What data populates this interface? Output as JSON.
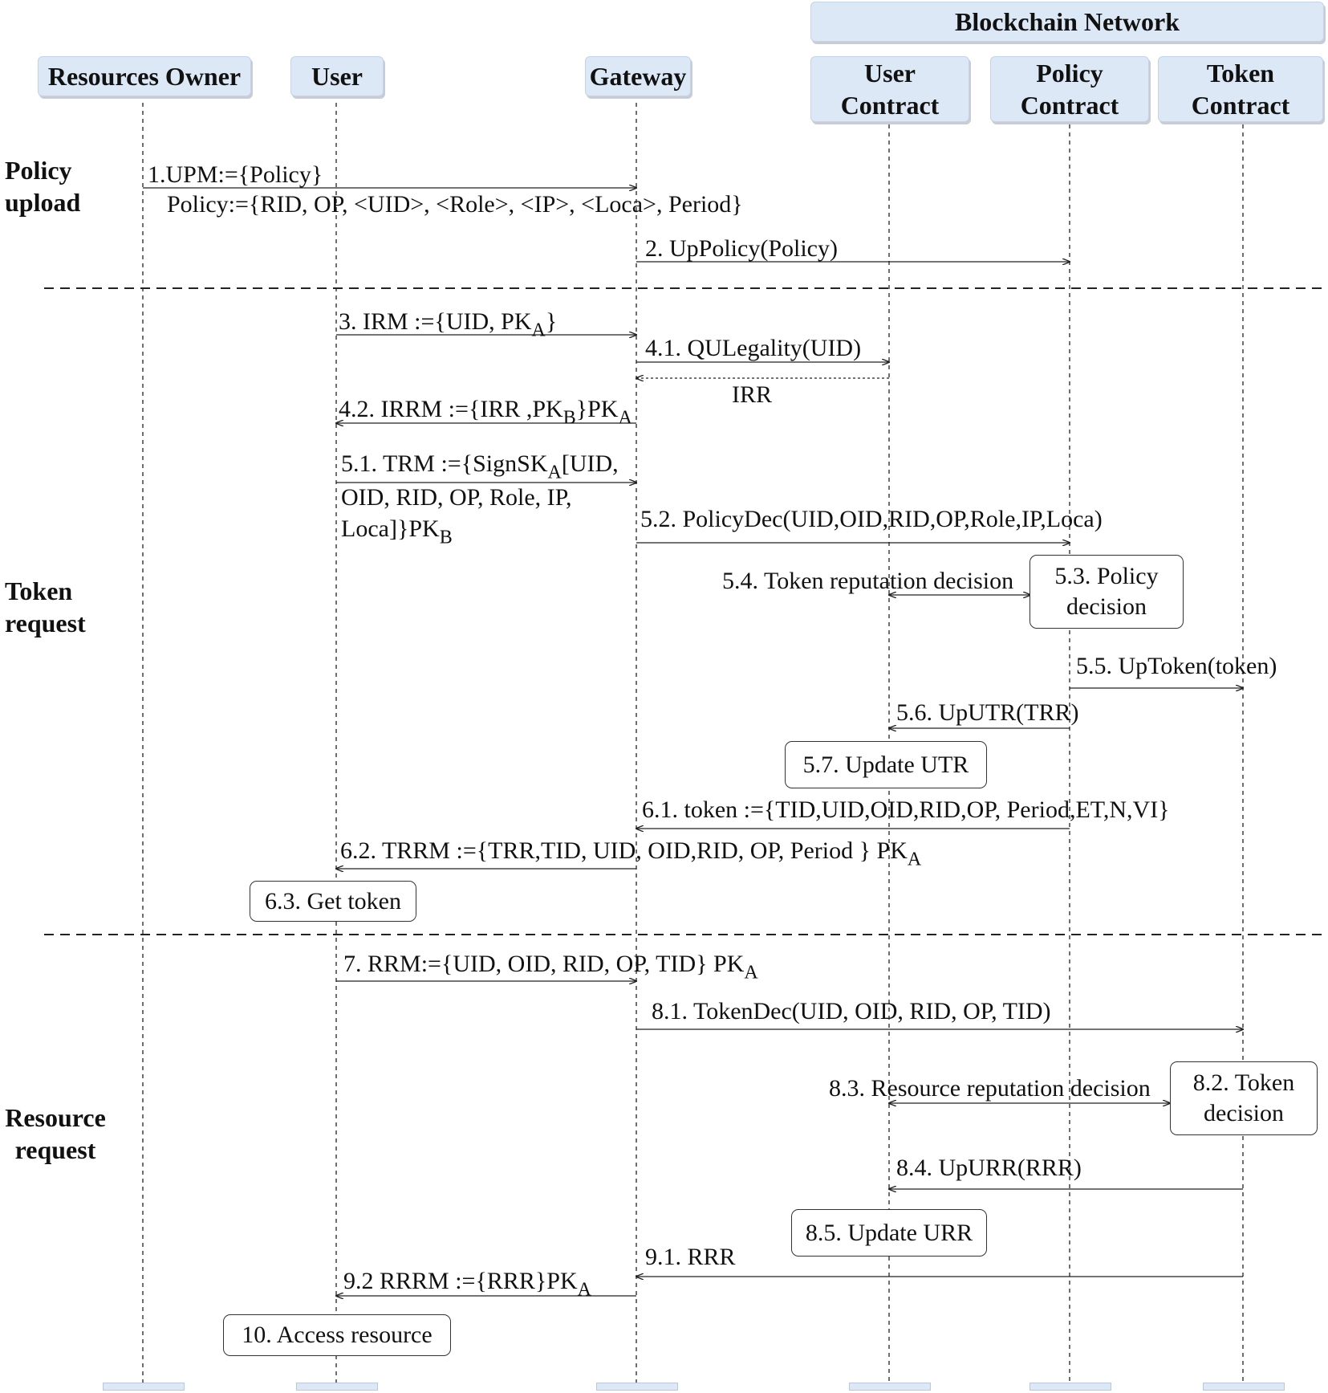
{
  "blockchain_label": "Blockchain Network",
  "participants": [
    {
      "id": "owner",
      "label": "Resources Owner"
    },
    {
      "id": "user",
      "label": "User"
    },
    {
      "id": "gateway",
      "label": "Gateway"
    },
    {
      "id": "ucontract",
      "label": "User Contract"
    },
    {
      "id": "pcontract",
      "label": "Policy Contract"
    },
    {
      "id": "tcontract",
      "label": "Token Contract"
    }
  ],
  "phases": [
    {
      "label": "Policy upload"
    },
    {
      "label": "Token request"
    },
    {
      "label": "Resource request"
    }
  ],
  "messages": [
    {
      "text": "1.UPM:={Policy}",
      "from": "owner",
      "to": "gateway"
    },
    {
      "text": "Policy:={RID, OP, <UID>, <Role>, <IP>, <Loca>, Period}"
    },
    {
      "text": "2.  UpPolicy(Policy)",
      "from": "gateway",
      "to": "pcontract"
    },
    {
      "text": "3.  IRM :={UID, PK_A}",
      "from": "user",
      "to": "gateway"
    },
    {
      "text": "4.1. QULegality(UID)",
      "from": "gateway",
      "to": "ucontract"
    },
    {
      "text": "IRR",
      "from": "ucontract",
      "to": "gateway",
      "dotted": true
    },
    {
      "text": "4.2. IRRM :={IRR ,PK_B}PK_A",
      "from": "gateway",
      "to": "user"
    },
    {
      "text": "5.1. TRM :={SignSK_A[UID,",
      "from": "user",
      "to": "gateway"
    },
    {
      "text": "OID, RID, OP, Role, IP,"
    },
    {
      "text": "Loca]}PK_B"
    },
    {
      "text": "5.2.  PolicyDec(UID,OID,RID,OP,Role,IP,Loca)",
      "from": "gateway",
      "to": "pcontract"
    },
    {
      "text": "5.4. Token reputation decision",
      "from": "ucontract",
      "to": "pcontract",
      "both": true
    },
    {
      "text": "5.5. UpToken(token)",
      "from": "pcontract",
      "to": "tcontract"
    },
    {
      "text": "5.6.  UpUTR(TRR)",
      "from": "pcontract",
      "to": "ucontract"
    },
    {
      "text": "6.1.  token :={TID,UID,OID,RID,OP, Period,ET,N,VI}",
      "from": "pcontract",
      "to": "gateway"
    },
    {
      "text": "6.2. TRRM :={TRR,TID, UID, OID,RID, OP, Period } PK_A",
      "from": "gateway",
      "to": "user"
    },
    {
      "text": "7. RRM:={UID, OID, RID, OP, TID} PK_A",
      "from": "user",
      "to": "gateway"
    },
    {
      "text": "8.1.  TokenDec(UID, OID, RID, OP, TID)",
      "from": "gateway",
      "to": "tcontract"
    },
    {
      "text": "8.3. Resource reputation decision",
      "from": "ucontract",
      "to": "tcontract",
      "both": true
    },
    {
      "text": "8.4.  UpURR(RRR)",
      "from": "tcontract",
      "to": "ucontract"
    },
    {
      "text": "9.1. RRR",
      "from": "tcontract",
      "to": "gateway"
    },
    {
      "text": "9.2  RRRM :={RRR}PK_A",
      "from": "gateway",
      "to": "user"
    }
  ],
  "boxes": [
    {
      "label": "5.3.  Policy decision"
    },
    {
      "label": "5.7.  Update UTR"
    },
    {
      "label": "6.3.  Get token"
    },
    {
      "label": "8.2.  Token decision"
    },
    {
      "label": "8.5. Update URR"
    },
    {
      "label": "10.  Access resource"
    }
  ]
}
